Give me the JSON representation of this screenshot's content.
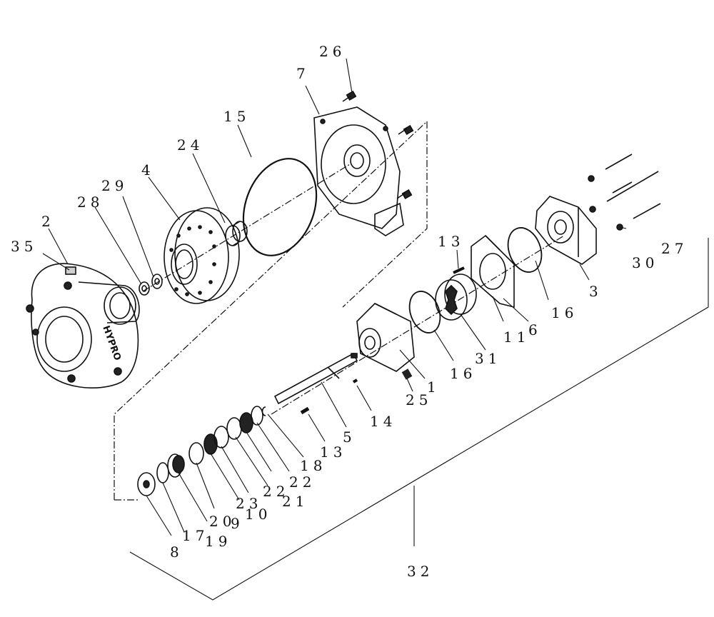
{
  "callouts": {
    "c26": "26",
    "c7": "7",
    "c15": "15",
    "c24": "24",
    "c4": "4",
    "c29": "29",
    "c28": "28",
    "c2": "2",
    "c35": "35",
    "c13a": "13",
    "c27": "27",
    "c30": "30",
    "c3": "3",
    "c16a": "16",
    "c6": "6",
    "c11": "11",
    "c31": "31",
    "c16b": "16",
    "c1": "1",
    "c25": "25",
    "c14": "14",
    "c5": "5",
    "c13b": "13",
    "c18": "18",
    "c22a": "22",
    "c22b": "22",
    "c21": "21",
    "c10": "10",
    "c23": "23",
    "c20": "20",
    "c9": "9",
    "c19": "19",
    "c17": "17",
    "c8": "8",
    "c32": "32"
  },
  "housing_text": "HYPRO"
}
